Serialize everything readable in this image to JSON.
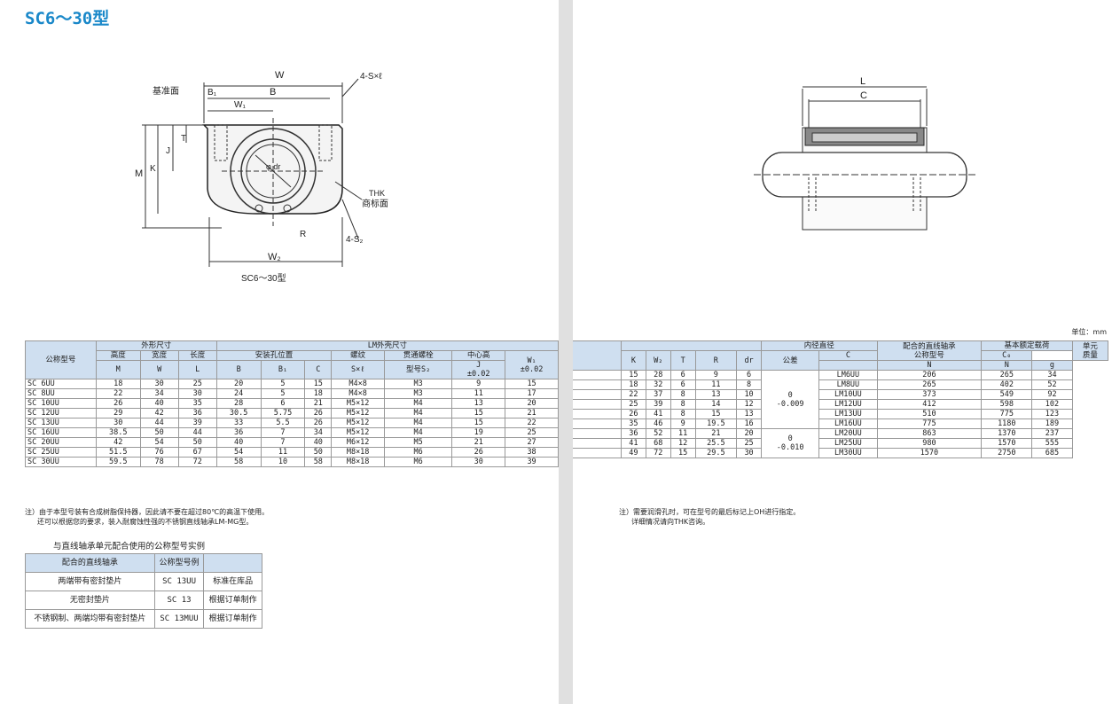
{
  "title": "SC6～30型",
  "figure_left": {
    "labels": {
      "w": "W",
      "s": "4-S×ℓ",
      "b1": "B₁",
      "b": "B",
      "datum": "基准面",
      "w1": "W₁",
      "t": "T",
      "j": "J",
      "m": "M",
      "k": "K",
      "dr": "φ dr",
      "r": "R",
      "thk": "THK",
      "thk2": "商标面",
      "s2": "4-S₂",
      "w2": "W₂"
    },
    "caption": "SC6～30型"
  },
  "figure_right": {
    "labels": {
      "l": "L",
      "c": "C"
    }
  },
  "unit": "单位：mm",
  "left_table": {
    "h1": [
      "公称型号",
      "外形尺寸",
      "LM外壳尺寸"
    ],
    "h2": [
      "高度",
      "宽度",
      "长度",
      "安装孔位置",
      "螺纹",
      "贯通螺栓",
      "中心高"
    ],
    "h3": [
      "M",
      "W",
      "L",
      "B",
      "B₁",
      "C",
      "S×ℓ",
      "型号S₂",
      "J",
      "W₁"
    ],
    "tol": "±0.02",
    "rows": [
      [
        "SC 6UU",
        "18",
        "30",
        "25",
        "20",
        "5",
        "15",
        "M4×8",
        "M3",
        "9",
        "15"
      ],
      [
        "SC 8UU",
        "22",
        "34",
        "30",
        "24",
        "5",
        "18",
        "M4×8",
        "M3",
        "11",
        "17"
      ],
      [
        "SC 10UU",
        "26",
        "40",
        "35",
        "28",
        "6",
        "21",
        "M5×12",
        "M4",
        "13",
        "20"
      ],
      [
        "SC 12UU",
        "29",
        "42",
        "36",
        "30.5",
        "5.75",
        "26",
        "M5×12",
        "M4",
        "15",
        "21"
      ],
      [
        "SC 13UU",
        "30",
        "44",
        "39",
        "33",
        "5.5",
        "26",
        "M5×12",
        "M4",
        "15",
        "22"
      ],
      [
        "SC 16UU",
        "38.5",
        "50",
        "44",
        "36",
        "7",
        "34",
        "M5×12",
        "M4",
        "19",
        "25"
      ],
      [
        "SC 20UU",
        "42",
        "54",
        "50",
        "40",
        "7",
        "40",
        "M6×12",
        "M5",
        "21",
        "27"
      ],
      [
        "SC 25UU",
        "51.5",
        "76",
        "67",
        "54",
        "11",
        "50",
        "M8×18",
        "M6",
        "26",
        "38"
      ],
      [
        "SC 30UU",
        "59.5",
        "78",
        "72",
        "58",
        "10",
        "58",
        "M8×18",
        "M6",
        "30",
        "39"
      ]
    ]
  },
  "right_table": {
    "h1": [
      "内径直径",
      "配合的直线轴承",
      "基本额定载荷",
      "单元"
    ],
    "h1b": [
      "公称型号",
      "质量"
    ],
    "h2": [
      "K",
      "W₂",
      "T",
      "R",
      "dr",
      "公差",
      "C",
      "C₀"
    ],
    "h3": [
      "N",
      "N",
      "g"
    ],
    "tol_a": [
      "0",
      "-0.009"
    ],
    "tol_b": [
      "0",
      "-0.010"
    ],
    "rows": [
      [
        "15",
        "28",
        "6",
        "9",
        "6",
        "LM6UU",
        "206",
        "265",
        "34"
      ],
      [
        "18",
        "32",
        "6",
        "11",
        "8",
        "LM8UU",
        "265",
        "402",
        "52"
      ],
      [
        "22",
        "37",
        "8",
        "13",
        "10",
        "LM10UU",
        "373",
        "549",
        "92"
      ],
      [
        "25",
        "39",
        "8",
        "14",
        "12",
        "LM12UU",
        "412",
        "598",
        "102"
      ],
      [
        "26",
        "41",
        "8",
        "15",
        "13",
        "LM13UU",
        "510",
        "775",
        "123"
      ],
      [
        "35",
        "46",
        "9",
        "19.5",
        "16",
        "LM16UU",
        "775",
        "1180",
        "189"
      ],
      [
        "36",
        "52",
        "11",
        "21",
        "20",
        "LM20UU",
        "863",
        "1370",
        "237"
      ],
      [
        "41",
        "68",
        "12",
        "25.5",
        "25",
        "LM25UU",
        "980",
        "1570",
        "555"
      ],
      [
        "49",
        "72",
        "15",
        "29.5",
        "30",
        "LM30UU",
        "1570",
        "2750",
        "685"
      ]
    ]
  },
  "note_left": [
    "注）由于本型号装有合成树脂保持器，因此请不要在超过80℃的高温下使用。",
    "还可以根据您的要求，装入耐腐蚀性强的不锈钢直线轴承LM-MG型。"
  ],
  "note_right": [
    "注）需要润滑孔时，可在型号的最后标记上OH进行指定。",
    "详细情况请向THK咨询。"
  ],
  "example": {
    "title": "与直线轴承单元配合使用的公称型号实例",
    "headers": [
      "配合的直线轴承",
      "公称型号例",
      ""
    ],
    "rows": [
      [
        "两端带有密封垫片",
        "SC 13UU",
        "标准在库品"
      ],
      [
        "无密封垫片",
        "SC 13",
        "根据订单制作"
      ],
      [
        "不锈钢制、两端均带有密封垫片",
        "SC 13MUU",
        "根据订单制作"
      ]
    ]
  }
}
